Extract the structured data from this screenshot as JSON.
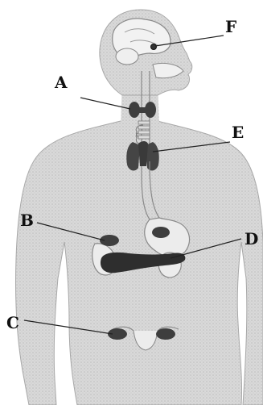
{
  "labels": {
    "a": "A",
    "b": "B",
    "c": "C",
    "d": "D",
    "e": "E",
    "f": "F"
  },
  "colors": {
    "body": "#d8d8d8",
    "body_outline": "#9a9a9a",
    "organ_light": "#eeeeee",
    "gland_dark": "#4a4a4a",
    "leader": "#222222"
  }
}
